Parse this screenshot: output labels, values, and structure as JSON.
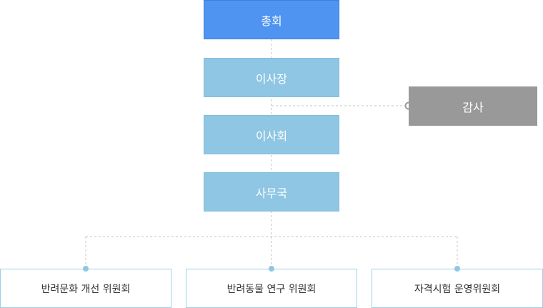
{
  "nodes": {
    "general_assembly": "총회",
    "chairman": "이사장",
    "board": "이사회",
    "secretariat": "사무국",
    "audit": "감사",
    "committee_culture": "반려문화 개선 위원회",
    "committee_research": "반려동물 연구 위원회",
    "committee_exam": "자격시험 운영위원회"
  },
  "colors": {
    "top": "#4f94f1",
    "mid": "#8ec6e3",
    "audit": "#999999",
    "leaf_border": "#9ccfe6",
    "connector": "#c6c6c6",
    "dot": "#8ec6e3"
  }
}
